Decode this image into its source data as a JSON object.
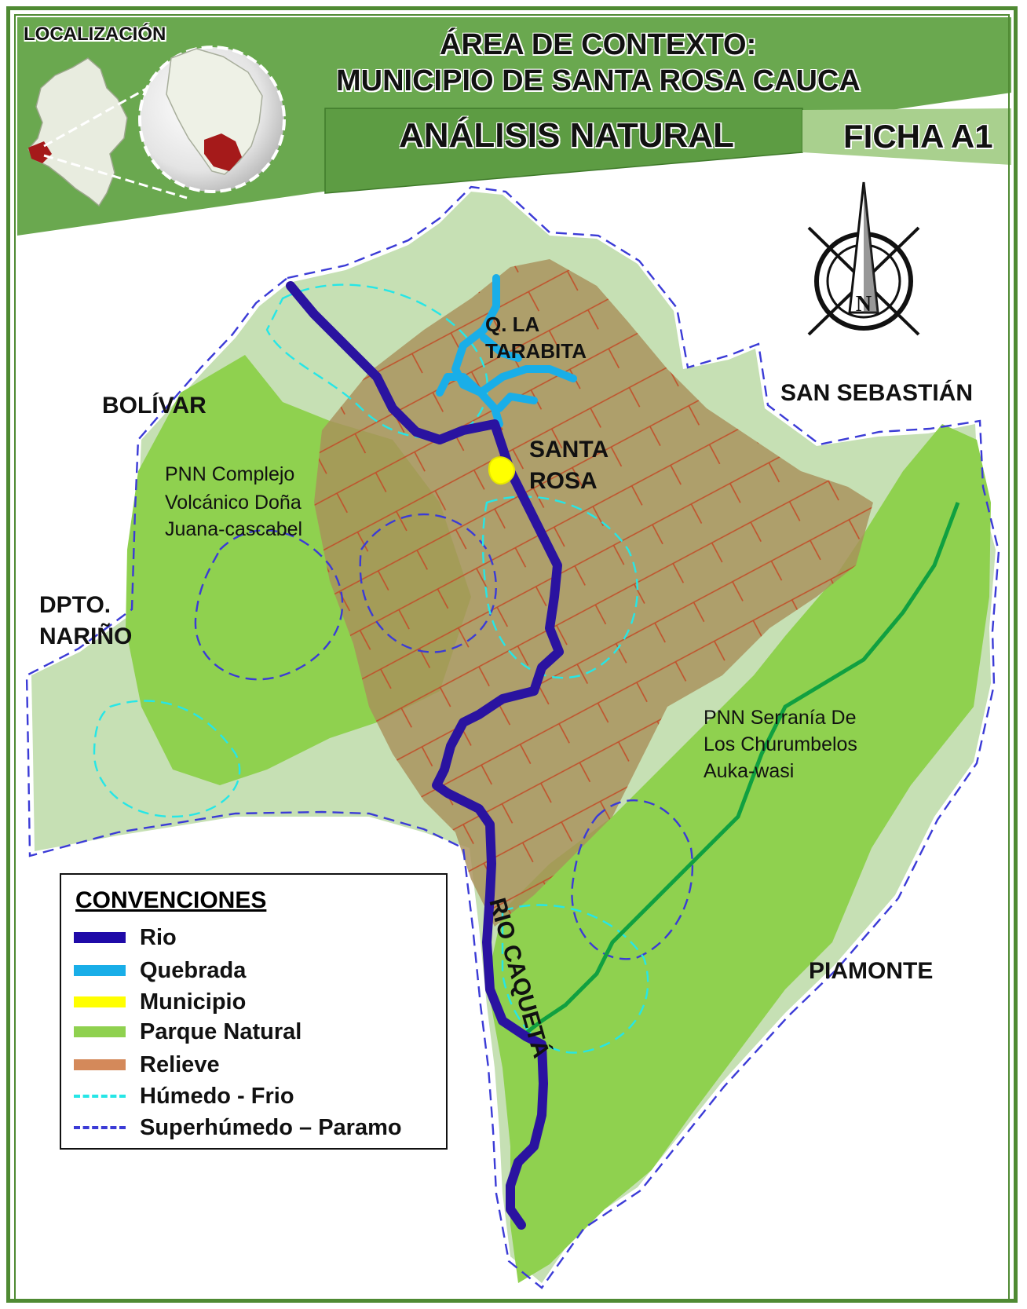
{
  "header": {
    "location_label": "LOCALIZACIÓN",
    "title_line1": "ÁREA DE CONTEXTO:",
    "title_line2": "MUNICIPIO DE SANTA ROSA CAUCA",
    "subtitle": "ANÁLISIS NATURAL",
    "sheet": "FICHA A1"
  },
  "compass": {
    "north_letter": "N"
  },
  "map_labels": {
    "bolivar": "BOLÍVAR",
    "san_sebastian": "SAN SEBASTIÁN",
    "dpto_line1": "DPTO.",
    "dpto_line2": "NARIÑO",
    "piamonte": "PIAMONTE",
    "santa_line1": "SANTA",
    "santa_line2": "ROSA",
    "quebrada_line1": "Q. LA",
    "quebrada_line2": "TARABITA",
    "rio_caqueta": "RIO CAQUETÁ",
    "pnn_west": [
      "PNN Complejo",
      "Volcánico Doña",
      "Juana-cascabel"
    ],
    "pnn_east": [
      "PNN Serranía De",
      "Los Churumbelos",
      "Auka-wasi"
    ]
  },
  "legend": {
    "title": "CONVENCIONES",
    "items": [
      {
        "label": "Rio",
        "color": "#1f0aa8",
        "style": "solid"
      },
      {
        "label": "Quebrada",
        "color": "#19aee8",
        "style": "solid"
      },
      {
        "label": "Municipio",
        "color": "#ffff00",
        "style": "solid"
      },
      {
        "label": "Parque Natural",
        "color": "#8fd14f",
        "style": "solid"
      },
      {
        "label": "Relieve",
        "color": "#d4895a",
        "style": "solid"
      },
      {
        "label": "Húmedo - Frio",
        "color": "#26e6e6",
        "style": "dashed"
      },
      {
        "label": "Superhúmedo – Paramo",
        "color": "#3b3bd6",
        "style": "dashed"
      }
    ]
  },
  "colors": {
    "header_green": "#6aa84f",
    "territory": "#c6e0b4",
    "park": "#8fd14f",
    "relief": "#a8905a",
    "relief_lines": "#c0502a",
    "river": "#2a13a0",
    "creek": "#19aee8",
    "municipio": "#ffff00",
    "inner_river": "#10a040"
  }
}
